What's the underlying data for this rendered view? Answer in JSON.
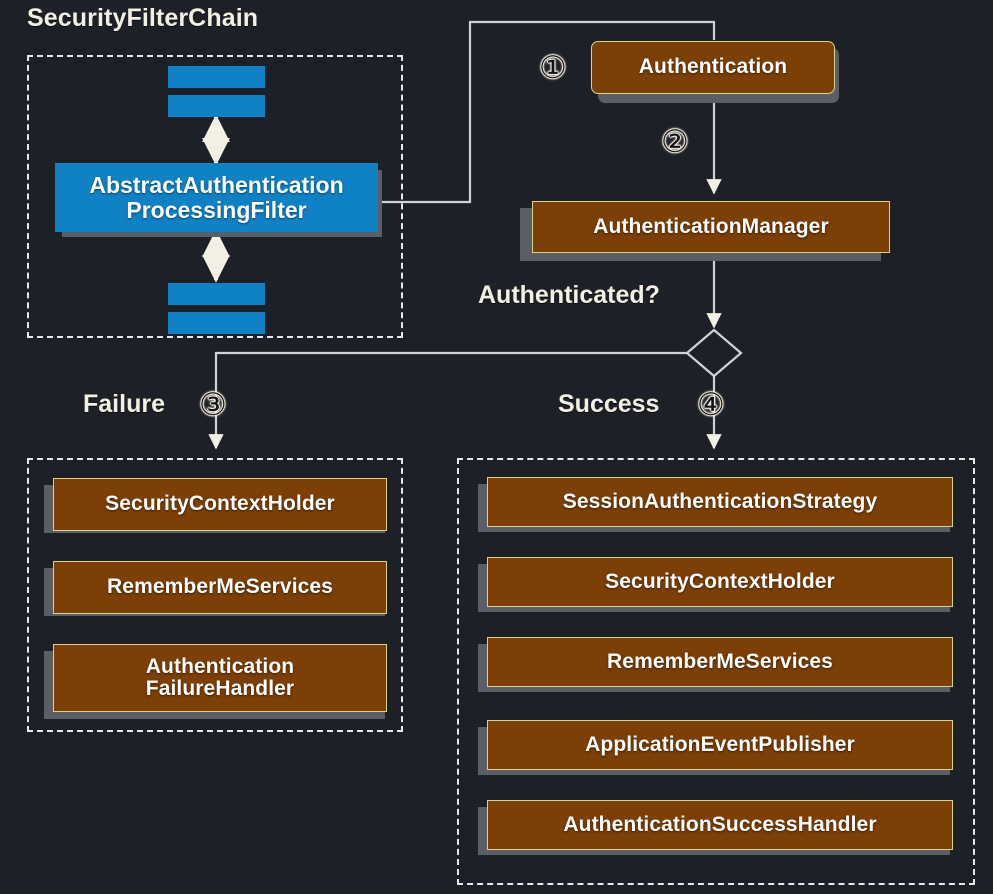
{
  "diagram": {
    "title": "Spring Security AbstractAuthenticationProcessingFilter flow",
    "background_color": "#1d2026",
    "node_fill_color": "#7c3f05",
    "node_border_color": "#d8d58a",
    "filter_fill_color": "#0f82c6",
    "shadow_color": "#5a5e66",
    "text_color": "#ffffff",
    "label_color": "#f2f0e4"
  },
  "filter_chain": {
    "title": "SecurityFilterChain",
    "top_bars": [
      "filter-bar",
      "filter-bar"
    ],
    "bottom_bars": [
      "filter-bar",
      "filter-bar"
    ],
    "main_filter": {
      "line1": "AbstractAuthentication",
      "line2": "ProcessingFilter"
    }
  },
  "flow": {
    "authentication": "Authentication",
    "authentication_manager": "AuthenticationManager",
    "decision_label": "Authenticated?",
    "failure_label": "Failure",
    "success_label": "Success",
    "steps": {
      "one": "①",
      "two": "②",
      "three": "③",
      "four": "④"
    }
  },
  "failure_group": {
    "items": [
      {
        "line1": "SecurityContextHolder",
        "line2": ""
      },
      {
        "line1": "RememberMeServices",
        "line2": ""
      },
      {
        "line1": "Authentication",
        "line2": "FailureHandler"
      }
    ]
  },
  "success_group": {
    "items": [
      {
        "line1": "SessionAuthenticationStrategy",
        "line2": ""
      },
      {
        "line1": "SecurityContextHolder",
        "line2": ""
      },
      {
        "line1": "RememberMeServices",
        "line2": ""
      },
      {
        "line1": "ApplicationEventPublisher",
        "line2": ""
      },
      {
        "line1": "AuthenticationSuccessHandler",
        "line2": ""
      }
    ]
  }
}
